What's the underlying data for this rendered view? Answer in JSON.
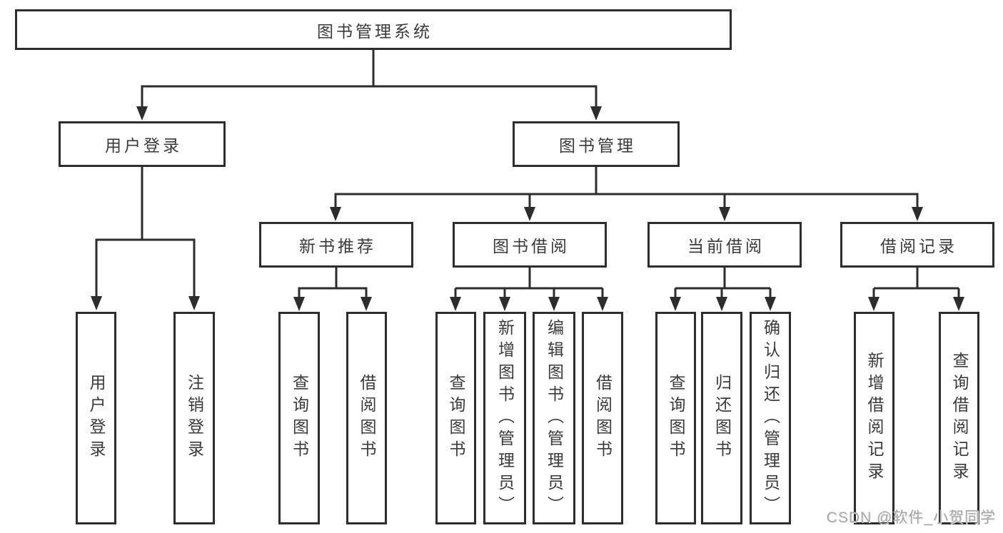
{
  "tree": {
    "root": {
      "label": "图书管理系统"
    },
    "branches": [
      {
        "label": "用户登录",
        "children": [
          {
            "label": "用户登录"
          },
          {
            "label": "注销登录"
          }
        ]
      },
      {
        "label": "图书管理",
        "sections": [
          {
            "label": "新书推荐",
            "children": [
              {
                "label": "查询图书"
              },
              {
                "label": "借阅图书"
              }
            ]
          },
          {
            "label": "图书借阅",
            "children": [
              {
                "label": "查询图书"
              },
              {
                "label": "新增图书（管理员）"
              },
              {
                "label": "编辑图书（管理员）"
              },
              {
                "label": "借阅图书"
              }
            ]
          },
          {
            "label": "当前借阅",
            "children": [
              {
                "label": "查询图书"
              },
              {
                "label": "归还图书"
              },
              {
                "label": "确认归还（管理员）"
              }
            ]
          },
          {
            "label": "借阅记录",
            "children": [
              {
                "label": "新增借阅记录"
              },
              {
                "label": "查询借阅记录"
              }
            ]
          }
        ]
      }
    ]
  },
  "watermark": {
    "text": "CSDN @软件_小贺同学"
  },
  "colors": {
    "line": "#2d2d2d",
    "text": "#3a3a3a",
    "box_background": "#ffffff",
    "watermark": "#a8a8a8",
    "background": "#ffffff"
  }
}
